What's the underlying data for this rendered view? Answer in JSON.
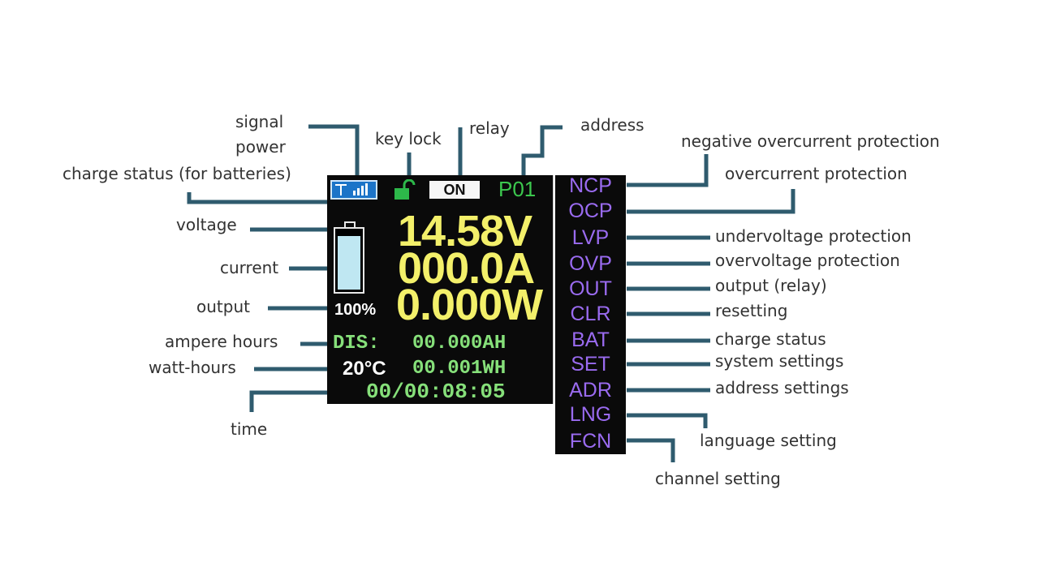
{
  "labels": {
    "signal": "signal",
    "power": "power",
    "charge_status_batteries": "charge status (for batteries)",
    "key_lock": "key lock",
    "relay": "relay",
    "address": "address",
    "voltage": "voltage",
    "current": "current",
    "output": "output",
    "ampere_hours": "ampere hours",
    "watt_hours": "watt-hours",
    "time": "time",
    "ncp": "negative overcurrent protection",
    "ocp": "overcurrent protection",
    "lvp": "undervoltage protection",
    "ovp": "overvoltage protection",
    "out": "output (relay)",
    "clr": "resetting",
    "bat": "charge status",
    "set": "system settings",
    "adr": "address settings",
    "lng": "language setting",
    "fcn": "channel setting"
  },
  "screen": {
    "relay_state": "ON",
    "address": "P01",
    "voltage": "14.58V",
    "current": "000.0A",
    "power": "0.000W",
    "battery_percent": "100%",
    "battery_level": 0.92,
    "mode": "DIS:",
    "ampere_hours": "00.000AH",
    "temperature": "20°C",
    "watt_hours": "00.001WH",
    "time": "00/00:08:05"
  },
  "menu": [
    "NCP",
    "OCP",
    "LVP",
    "OVP",
    "OUT",
    "CLR",
    "BAT",
    "SET",
    "ADR",
    "LNG",
    "FCN"
  ],
  "colors": {
    "leader": "#2f5b6e",
    "value_yellow": "#f3f06a",
    "value_green": "#86e07a",
    "menu_purple": "#9a6bf0",
    "signal_blue": "#1c74c8",
    "lock_green": "#2db84a"
  }
}
